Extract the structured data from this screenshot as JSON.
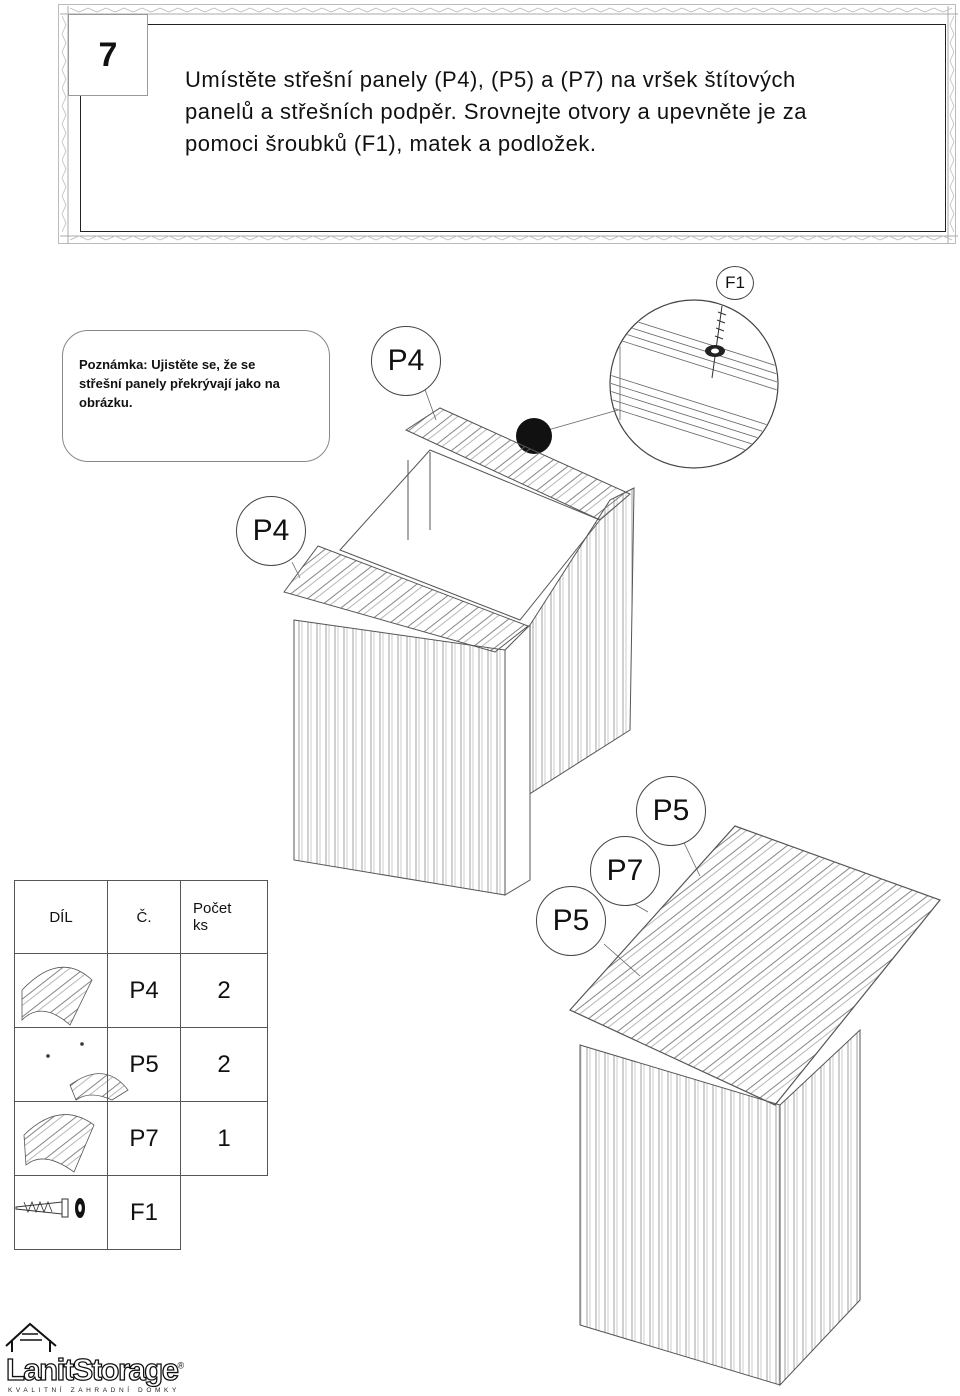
{
  "header": {
    "step_number": "7",
    "instruction_lines": [
      "Umístěte střešní panely (P4), (P5) a (P7) na vršek štítových",
      "panelů a střešních podpěr. Srovnejte otvory a upevněte je za",
      "pomoci šroubků (F1), matek a podložek."
    ]
  },
  "note": {
    "lines": [
      "Poznámka:  Ujistěte se, že se",
      "střešní panely překrývají jako na",
      "obrázku."
    ]
  },
  "callouts": {
    "f1": "F1",
    "p4_top": "P4",
    "p4_left": "P4",
    "p5_right": "P5",
    "p7": "P7",
    "p5_left": "P5"
  },
  "parts_table": {
    "headers": {
      "part": "DÍL",
      "number": "Č.",
      "count_line1": "Počet",
      "count_line2": "ks"
    },
    "rows": [
      {
        "code": "P4",
        "count": "2",
        "icon": "roof-panel-icon"
      },
      {
        "code": "P5",
        "count": "2",
        "icon": "roof-panel-icon"
      },
      {
        "code": "P7",
        "count": "1",
        "icon": "roof-panel-icon"
      },
      {
        "code": "F1",
        "count": "",
        "icon": "screw-washer-icon"
      }
    ]
  },
  "brand": {
    "name": "LanitStorage",
    "registered": "®",
    "tagline": "KVALITNÍ ZAHRADNÍ DOMKY"
  }
}
